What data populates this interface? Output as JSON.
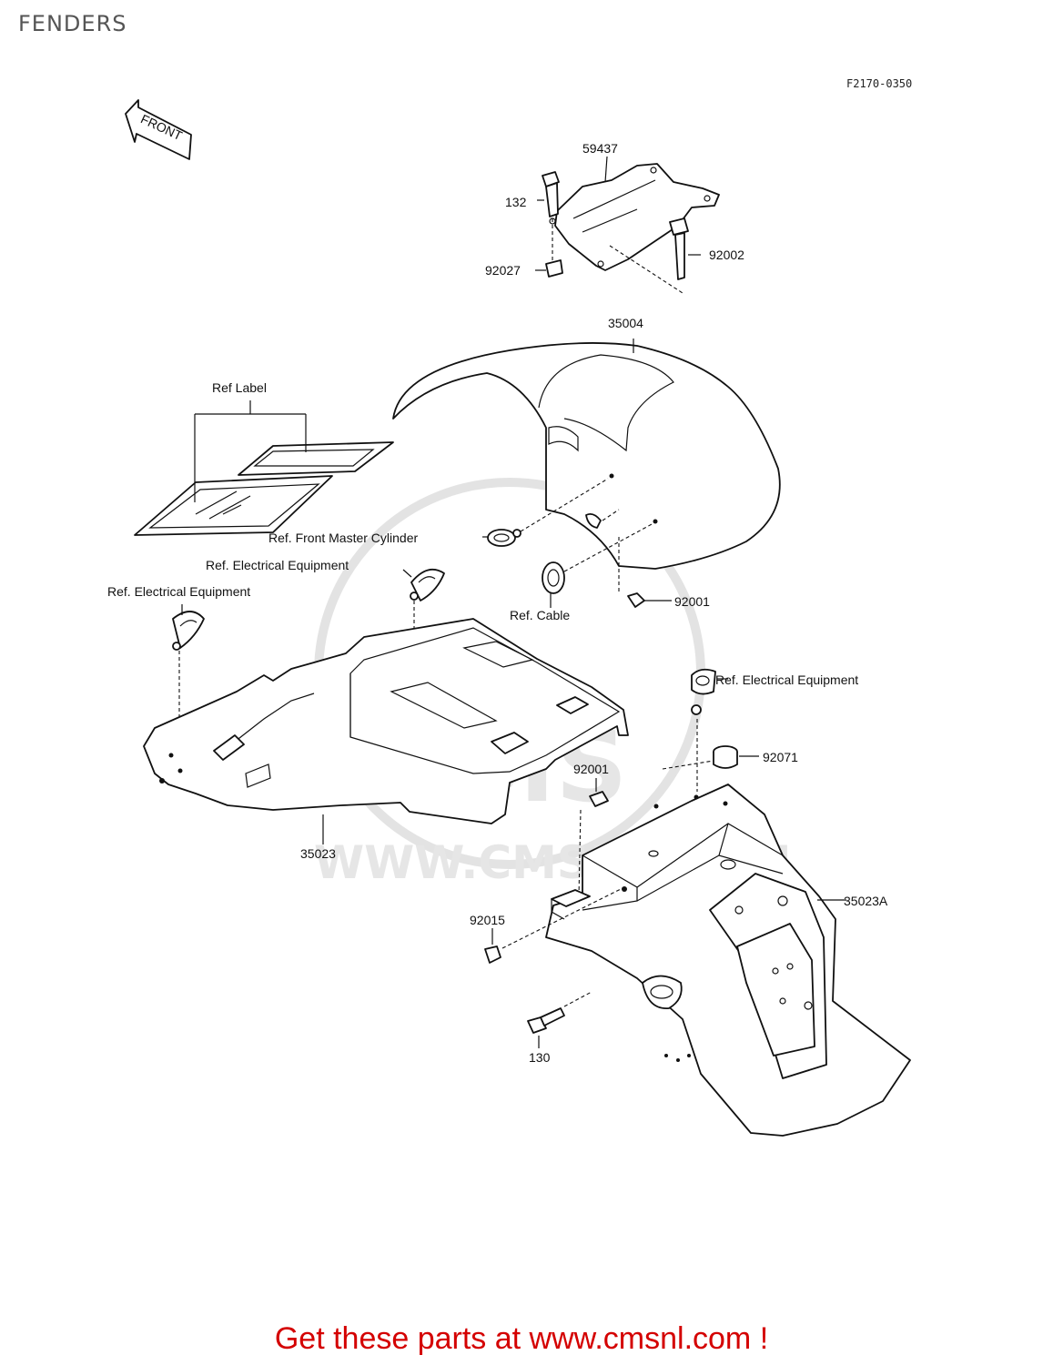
{
  "page_title": "FENDERS",
  "diagram_code": "F2170-0350",
  "front_arrow_text": "FRONT",
  "watermark": {
    "brand": "CMS",
    "url": "WWW.CMSNL.COM"
  },
  "callouts": {
    "p59437": "59437",
    "p132": "132",
    "p92027": "92027",
    "p92002": "92002",
    "p35004": "35004",
    "ref_label": "Ref Label",
    "ref_front_master_cylinder": "Ref. Front Master Cylinder",
    "ref_electrical_1": "Ref. Electrical Equipment",
    "ref_electrical_2": "Ref. Electrical Equipment",
    "ref_electrical_3": "Ref. Electrical Equipment",
    "ref_cable": "Ref. Cable",
    "p92001_a": "92001",
    "p92001_b": "92001",
    "p92071": "92071",
    "p35023": "35023",
    "p35023A": "35023A",
    "p92015": "92015",
    "p130": "130"
  },
  "footer_text": "Get these parts at www.cmsnl.com !"
}
